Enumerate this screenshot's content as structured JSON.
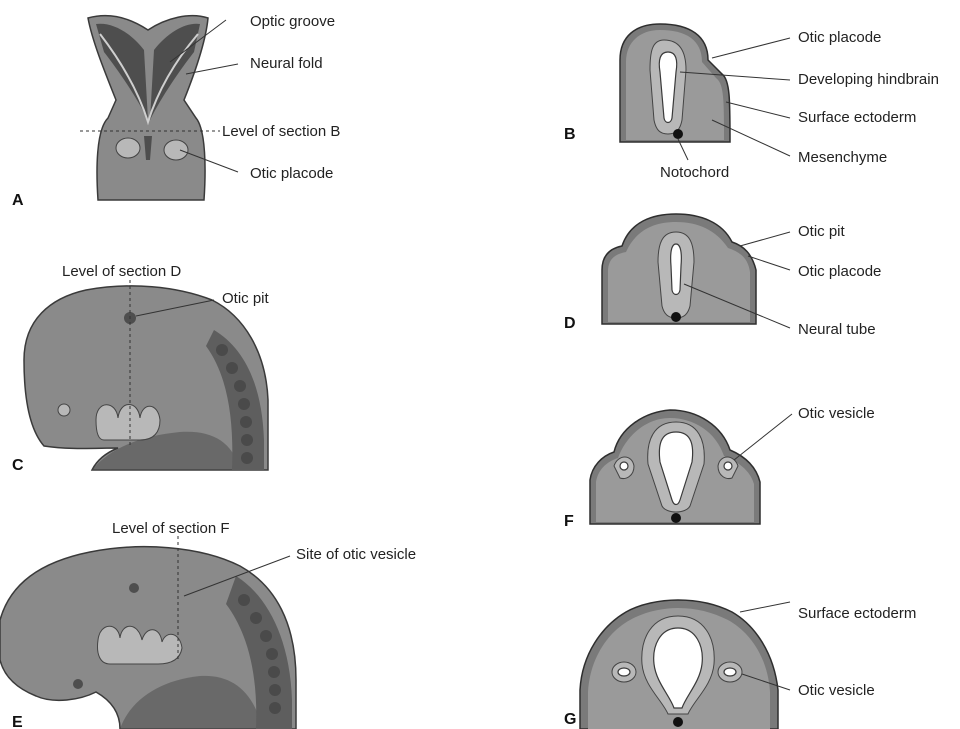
{
  "panels": {
    "A": {
      "letter": "A",
      "labels": {
        "optic_groove": "Optic groove",
        "neural_fold": "Neural fold",
        "level_section_b": "Level of section B",
        "otic_placode": "Otic placode"
      }
    },
    "B": {
      "letter": "B",
      "labels": {
        "otic_placode": "Otic placode",
        "developing_hindbrain": "Developing hindbrain",
        "surface_ectoderm": "Surface ectoderm",
        "mesenchyme": "Mesenchyme",
        "notochord": "Notochord"
      }
    },
    "C": {
      "letter": "C",
      "labels": {
        "level_section_d": "Level of section D",
        "otic_pit": "Otic pit"
      }
    },
    "D": {
      "letter": "D",
      "labels": {
        "otic_pit": "Otic pit",
        "otic_placode": "Otic placode",
        "neural_tube": "Neural tube"
      }
    },
    "E": {
      "letter": "E",
      "labels": {
        "level_section_f": "Level of section F",
        "site_otic_vesicle": "Site of otic vesicle"
      }
    },
    "F": {
      "letter": "F",
      "labels": {
        "otic_vesicle": "Otic vesicle"
      }
    },
    "G": {
      "letter": "G",
      "labels": {
        "surface_ectoderm": "Surface ectoderm",
        "otic_vesicle": "Otic vesicle"
      }
    }
  }
}
